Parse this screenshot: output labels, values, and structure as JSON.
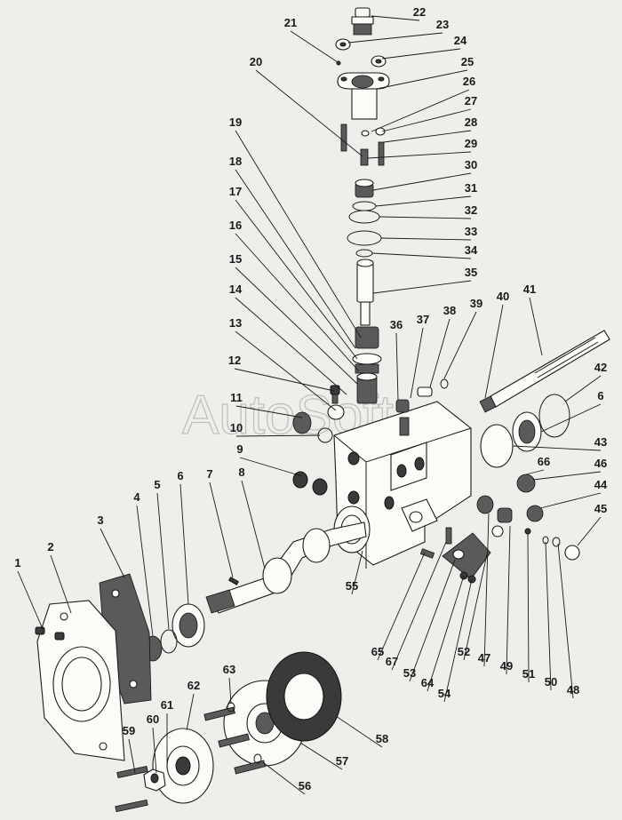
{
  "watermark": "AutoSoft",
  "callouts": [
    {
      "n": "1"
    },
    {
      "n": "2"
    },
    {
      "n": "3"
    },
    {
      "n": "4"
    },
    {
      "n": "5"
    },
    {
      "n": "6"
    },
    {
      "n": "7"
    },
    {
      "n": "8"
    },
    {
      "n": "9"
    },
    {
      "n": "10"
    },
    {
      "n": "11"
    },
    {
      "n": "12"
    },
    {
      "n": "13"
    },
    {
      "n": "14"
    },
    {
      "n": "15"
    },
    {
      "n": "16"
    },
    {
      "n": "17"
    },
    {
      "n": "18"
    },
    {
      "n": "19"
    },
    {
      "n": "20"
    },
    {
      "n": "21"
    },
    {
      "n": "22"
    },
    {
      "n": "23"
    },
    {
      "n": "24"
    },
    {
      "n": "25"
    },
    {
      "n": "26"
    },
    {
      "n": "27"
    },
    {
      "n": "28"
    },
    {
      "n": "29"
    },
    {
      "n": "30"
    },
    {
      "n": "31"
    },
    {
      "n": "32"
    },
    {
      "n": "33"
    },
    {
      "n": "34"
    },
    {
      "n": "35"
    },
    {
      "n": "36"
    },
    {
      "n": "37"
    },
    {
      "n": "38"
    },
    {
      "n": "39"
    },
    {
      "n": "40"
    },
    {
      "n": "41"
    },
    {
      "n": "42"
    },
    {
      "n": "6"
    },
    {
      "n": "43"
    },
    {
      "n": "66"
    },
    {
      "n": "46"
    },
    {
      "n": "44"
    },
    {
      "n": "45"
    },
    {
      "n": "55"
    },
    {
      "n": "65"
    },
    {
      "n": "67"
    },
    {
      "n": "53"
    },
    {
      "n": "64"
    },
    {
      "n": "54"
    },
    {
      "n": "52"
    },
    {
      "n": "47"
    },
    {
      "n": "49"
    },
    {
      "n": "51"
    },
    {
      "n": "50"
    },
    {
      "n": "48"
    },
    {
      "n": "59"
    },
    {
      "n": "60"
    },
    {
      "n": "61"
    },
    {
      "n": "62"
    },
    {
      "n": "63"
    },
    {
      "n": "58"
    },
    {
      "n": "57"
    },
    {
      "n": "56"
    }
  ]
}
